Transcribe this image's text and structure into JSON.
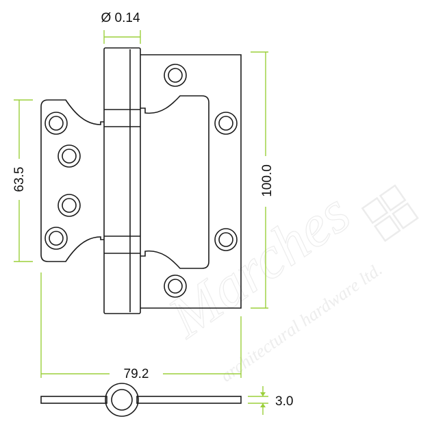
{
  "dimensions": {
    "pin_diameter": "Ø 0.14",
    "leaf_height_small": "63.5",
    "leaf_height_large": "100.0",
    "overall_width": "79.2",
    "thickness": "3.0"
  },
  "watermark": {
    "brand": "Marches",
    "tagline": "architectural hardware ltd."
  },
  "colors": {
    "outline": "#1a1a1a",
    "dimension_line": "#9bcf3a",
    "watermark": "#ececec"
  }
}
